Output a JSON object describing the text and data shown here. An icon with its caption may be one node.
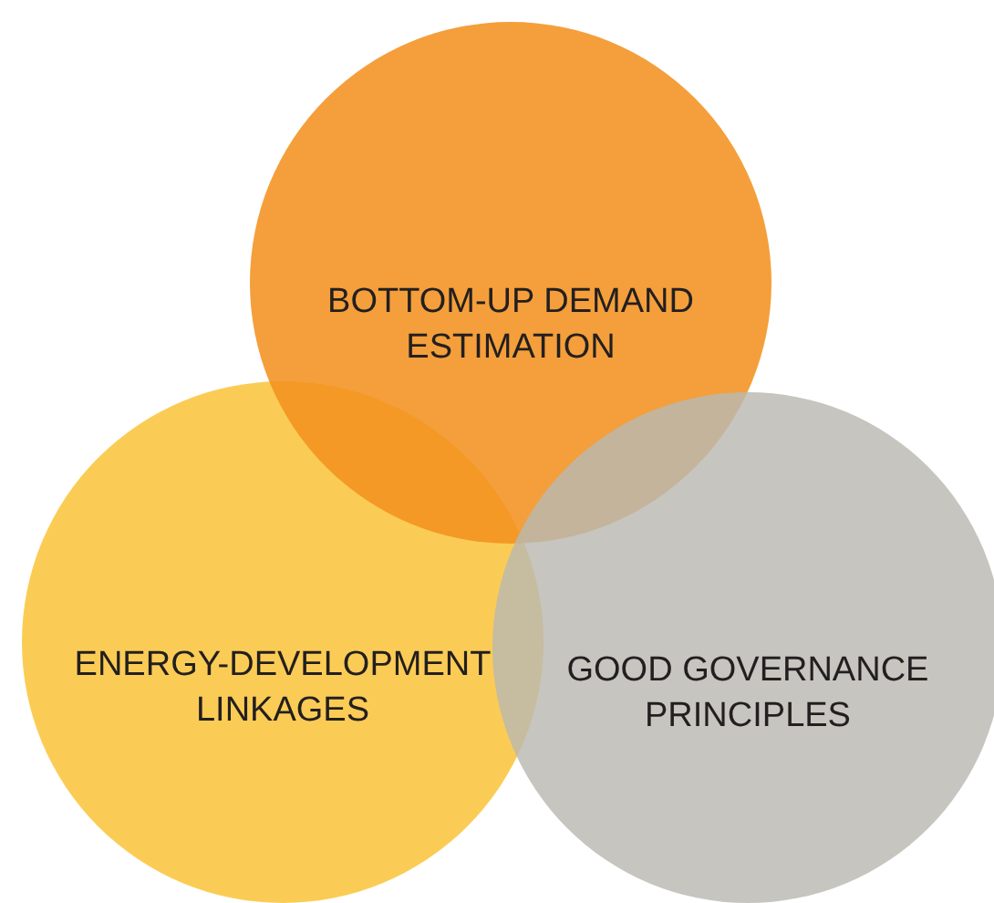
{
  "diagram": {
    "nodes": [
      {
        "text": [
          "BOTTOM-UP DEMAND ESTIMATION"
        ]
      },
      {
        "text": [
          "ENERGY-DEVELOPMENT LINKAGES"
        ]
      },
      {
        "text": [
          "GOOD GOVERNANCE PRINCIPLES"
        ]
      }
    ],
    "edges": []
  }
}
